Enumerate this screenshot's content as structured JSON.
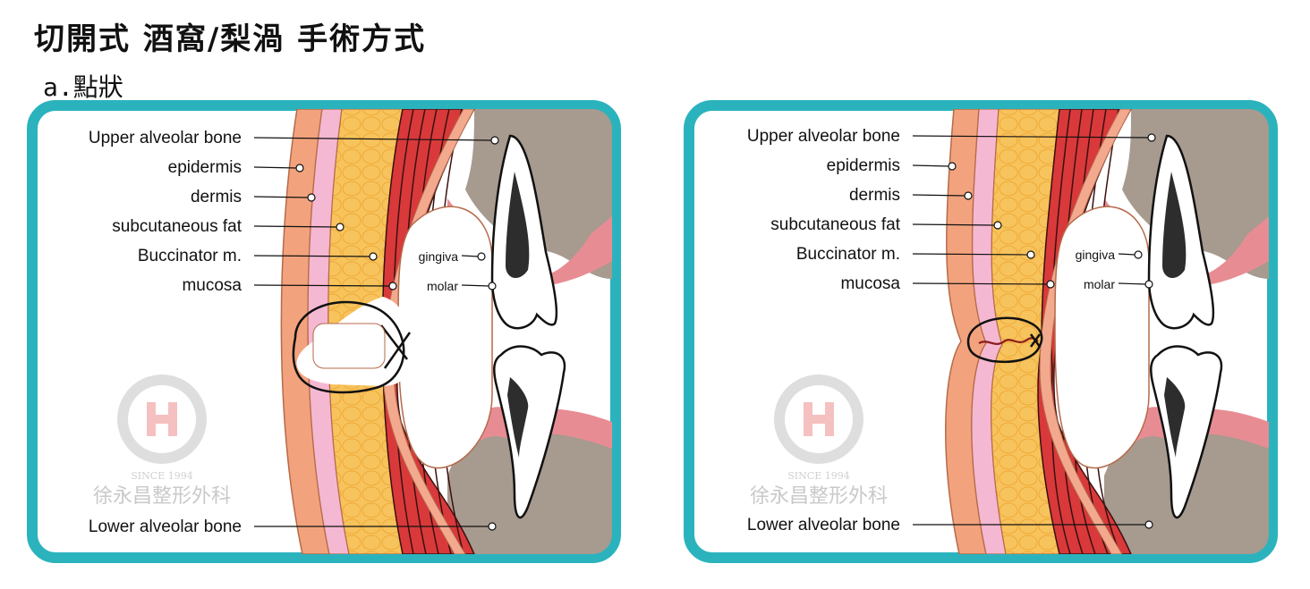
{
  "title": "切開式 酒窩/梨渦 手術方式",
  "subtitle": "a.點狀",
  "labels": {
    "upper_alveolar_bone": "Upper alveolar bone",
    "epidermis": "epidermis",
    "dermis": "dermis",
    "subcutaneous_fat": "subcutaneous fat",
    "buccinator": "Buccinator  m.",
    "mucosa": "mucosa",
    "gingiva": "gingiva",
    "molar": "molar",
    "lower_alveolar_bone": "Lower alveolar bone"
  },
  "watermark": {
    "clinic_name": "徐永昌整形外科",
    "since": "SINCE 1994"
  },
  "colors": {
    "frame": "#2bb3bd",
    "epidermis": "#f2a37d",
    "dermis": "#f5b8d2",
    "fat": "#f7c35c",
    "muscle": "#d9393a",
    "mucosa": "#f3a98e",
    "bone": "#a79a8f",
    "gum": "#e88c93",
    "tooth_pulp": "#2d2d2d"
  }
}
